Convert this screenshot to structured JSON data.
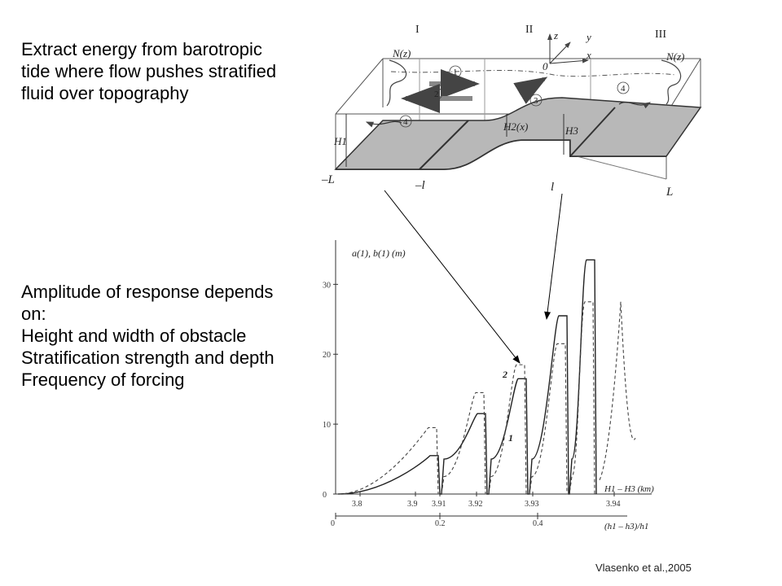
{
  "text_block_1": {
    "lines": [
      "Extract energy from barotropic",
      "tide where flow pushes stratified",
      "fluid over topography"
    ]
  },
  "text_block_2": {
    "lines": [
      "Amplitude of response depends",
      "on:",
      "Height and width of obstacle",
      "Stratification strength and depth",
      "Frequency of forcing"
    ]
  },
  "citation": "Vlasenko et al.,2005",
  "schematic": {
    "section_labels": [
      "I",
      "II",
      "III"
    ],
    "axis_labels": [
      "z",
      "y",
      "x",
      "0"
    ],
    "profile_labels": [
      "N(z)",
      "N(z)"
    ],
    "circled_numbers": [
      "1",
      "2",
      "3",
      "4",
      "4"
    ],
    "depth_labels": [
      "H1",
      "H2(x)",
      "H3"
    ],
    "bottom_labels": [
      "–L",
      "–l",
      "l",
      "L"
    ]
  },
  "chart_data": {
    "type": "line",
    "ylabel": "a(1), b(1) (m)",
    "ylim": [
      0,
      34
    ],
    "yticks": [
      0,
      10,
      20,
      30
    ],
    "xlabel_top": "H1 – H3 (km)",
    "xticks_top": [
      "3.8",
      "3.9",
      "3.91",
      "3.92",
      "3.93",
      "3.94"
    ],
    "xlabel_bottom": "(h1 – h3)/h1",
    "xticks_bottom": [
      "0",
      "0.2",
      "0.4"
    ],
    "series": [
      {
        "name": "2",
        "style": "solid",
        "peaks": [
          5.5,
          11.5,
          16.5,
          25.5,
          33.5
        ]
      },
      {
        "name": "1",
        "style": "dashed",
        "peaks": [
          9.5,
          14.5,
          18.5,
          21.5,
          27.5
        ]
      }
    ]
  }
}
